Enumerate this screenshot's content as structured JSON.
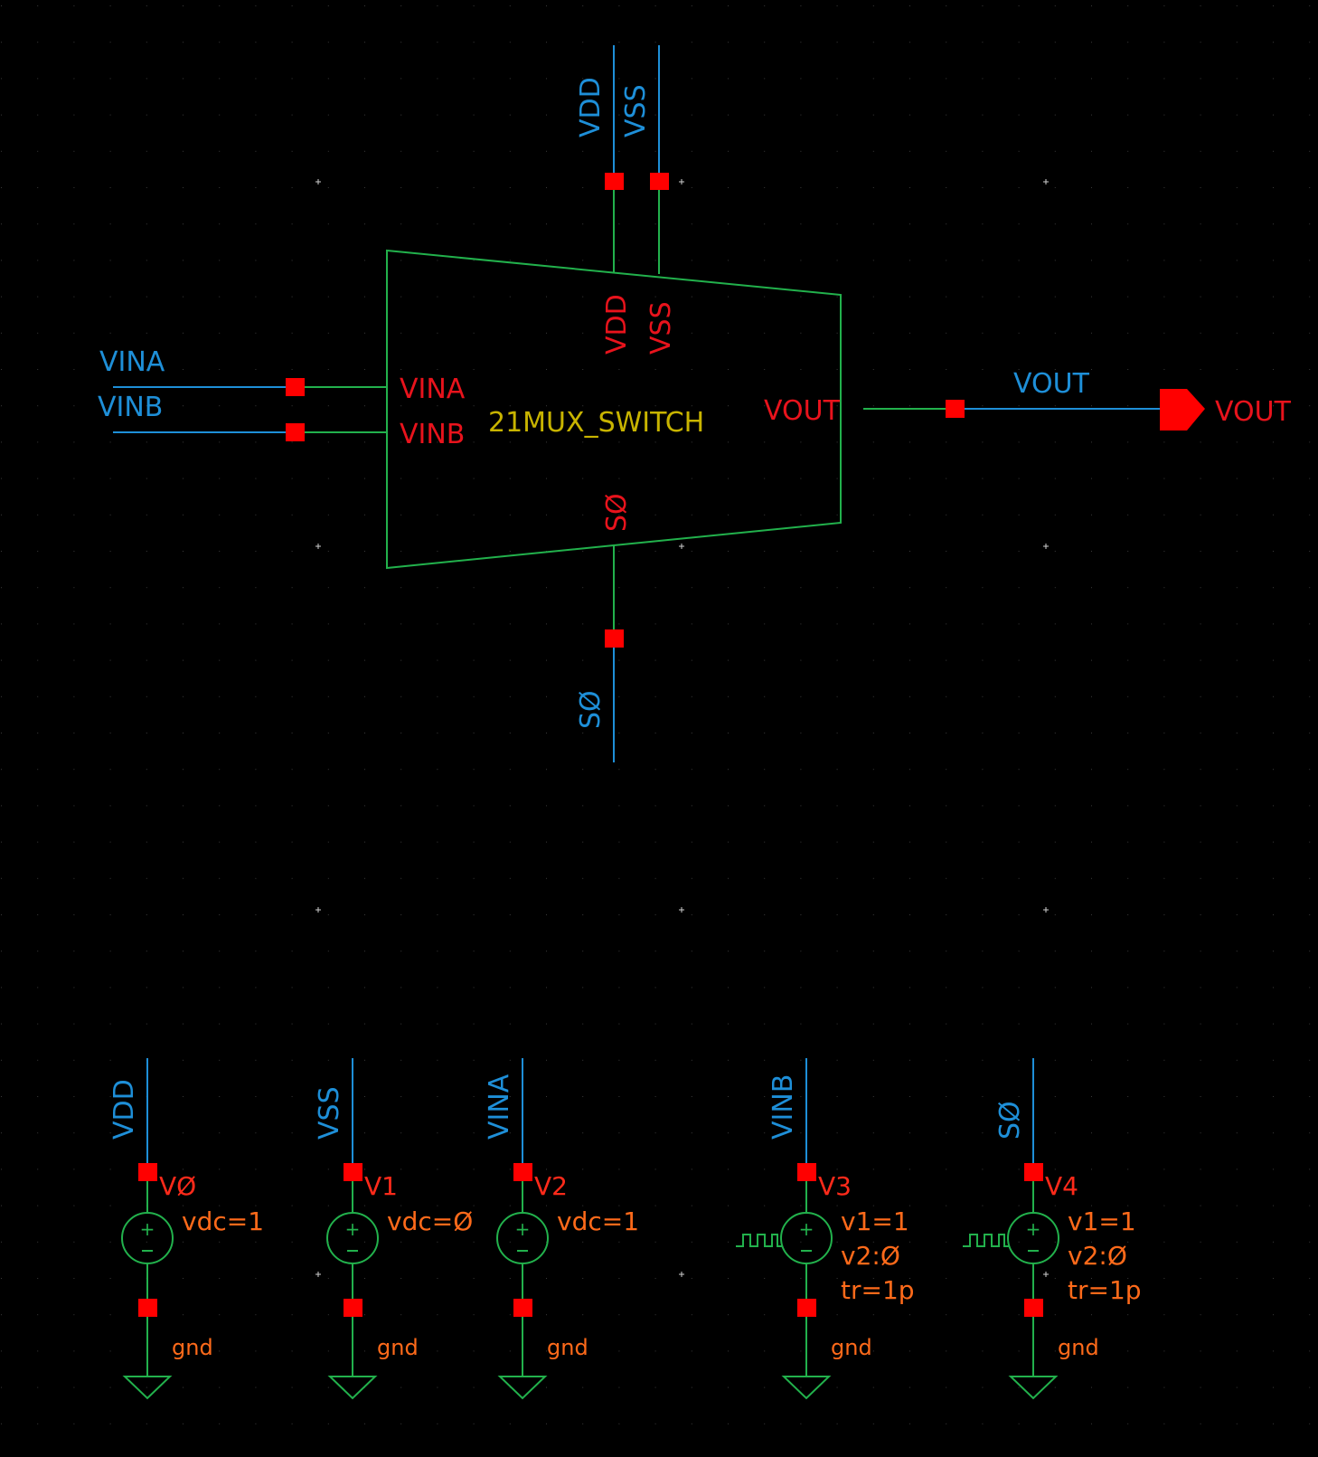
{
  "colors": {
    "background": "#000000",
    "wire": "#1e8fd8",
    "symbol": "#22b14c",
    "pin_label": "#e8131c",
    "cell_name": "#c8b400",
    "inst_label": "#ff2a1a",
    "param": "#ff6a1a",
    "gnd_label": "#ff6a1a",
    "pin_marker": "#ff0000",
    "grid_dot": "#3a3a3a"
  },
  "dut": {
    "cell_name": "21MUX_SWITCH",
    "pins": {
      "vdd": "VDD",
      "vss": "VSS",
      "vina": "VINA",
      "vinb": "VINB",
      "vout": "VOUT",
      "s0": "SØ"
    }
  },
  "nets": {
    "top_vdd": "VDD",
    "top_vss": "VSS",
    "left_vina": "VINA",
    "left_vinb": "VINB",
    "bottom_s0": "SØ",
    "right_vout": "VOUT",
    "output_pin": "VOUT"
  },
  "sources": [
    {
      "net": "VDD",
      "inst": "VØ",
      "type": "dc",
      "params": [
        "vdc=1"
      ],
      "gnd": "gnd"
    },
    {
      "net": "VSS",
      "inst": "V1",
      "type": "dc",
      "params": [
        "vdc=Ø"
      ],
      "gnd": "gnd"
    },
    {
      "net": "VINA",
      "inst": "V2",
      "type": "dc",
      "params": [
        "vdc=1"
      ],
      "gnd": "gnd"
    },
    {
      "net": "VINB",
      "inst": "V3",
      "type": "pulse",
      "params": [
        "v1=1",
        "v2:Ø",
        "tr=1p"
      ],
      "gnd": "gnd"
    },
    {
      "net": "SØ",
      "inst": "V4",
      "type": "pulse",
      "params": [
        "v1=1",
        "v2:Ø",
        "tr=1p"
      ],
      "gnd": "gnd"
    }
  ]
}
